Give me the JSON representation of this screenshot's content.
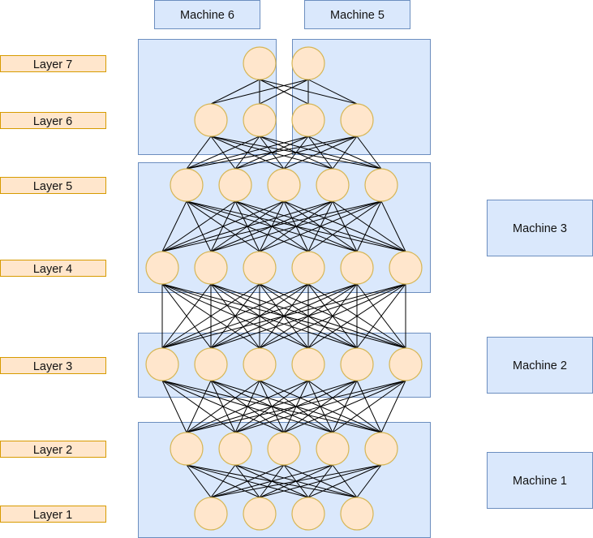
{
  "colors": {
    "machine_fill": "#dae8fc",
    "machine_stroke": "#6c8ebf",
    "node_fill": "#ffe6cc",
    "node_stroke": "#d6b656",
    "layer_fill": "#ffe6cc",
    "layer_stroke": "#d79b00",
    "edge": "#000000"
  },
  "machines": [
    {
      "id": "m6",
      "label": "Machine 6"
    },
    {
      "id": "m5",
      "label": "Machine 5"
    },
    {
      "id": "m3",
      "label": "Machine 3"
    },
    {
      "id": "m2",
      "label": "Machine 2"
    },
    {
      "id": "m1",
      "label": "Machine 1"
    }
  ],
  "layers": [
    {
      "label": "Layer 7",
      "nodes": 2
    },
    {
      "label": "Layer 6",
      "nodes": 4
    },
    {
      "label": "Layer 5",
      "nodes": 5
    },
    {
      "label": "Layer 4",
      "nodes": 6
    },
    {
      "label": "Layer 3",
      "nodes": 6
    },
    {
      "label": "Layer 2",
      "nodes": 5
    },
    {
      "label": "Layer 1",
      "nodes": 4
    }
  ],
  "connectivity": "fully-connected between adjacent layers"
}
